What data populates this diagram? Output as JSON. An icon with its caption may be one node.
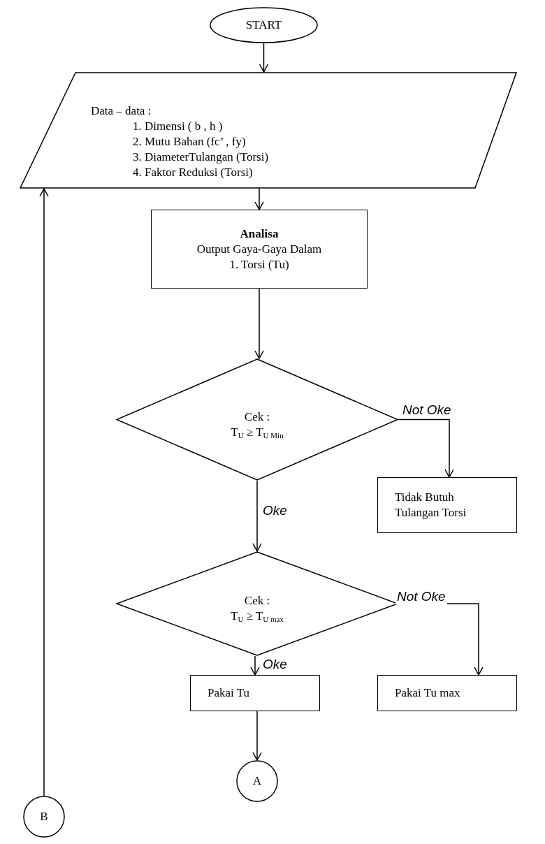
{
  "diagram": {
    "nodes": [
      {
        "text": [
          "START"
        ]
      },
      {
        "text": [
          "Data – data :",
          "1. Dimensi ( b , h )",
          "2. Mutu Bahan (fc’ , fy)",
          "3. DiameterTulangan (Torsi)",
          "4. Faktor Reduksi (Torsi)"
        ]
      },
      {
        "text": [
          "Analisa",
          "Output Gaya-Gaya Dalam",
          "1. Torsi (Tu)"
        ]
      },
      {
        "text": [
          "Cek :",
          "T$_{U}$ ≥ T$_{U Min}$"
        ]
      },
      {
        "text": [
          "Tidak Butuh Tulangan Torsi"
        ]
      },
      {
        "text": [
          "Cek :",
          "T$_{U}$ ≥ T$_{U max}$"
        ]
      },
      {
        "text": [
          "Pakai Tu"
        ]
      },
      {
        "text": [
          "Pakai Tu max"
        ]
      },
      {
        "text": [
          "A"
        ]
      },
      {
        "text": [
          "B"
        ]
      }
    ],
    "edges": [
      {
        "from": 0,
        "to": 1,
        "arrow": "to"
      },
      {
        "from": 1,
        "to": 2,
        "arrow": "to"
      },
      {
        "from": 2,
        "to": 3,
        "arrow": "to"
      },
      {
        "from": 3,
        "to": 4,
        "arrow": "to",
        "label": "Not Oke"
      },
      {
        "from": 3,
        "to": 5,
        "arrow": "to",
        "label": "Oke"
      },
      {
        "from": 5,
        "to": 7,
        "arrow": "to",
        "label": "Not Oke"
      },
      {
        "from": 5,
        "to": 6,
        "arrow": "to",
        "label": "Oke"
      },
      {
        "from": 6,
        "to": 8,
        "arrow": "to"
      },
      {
        "from": 9,
        "to": 1,
        "arrow": "to"
      }
    ]
  }
}
